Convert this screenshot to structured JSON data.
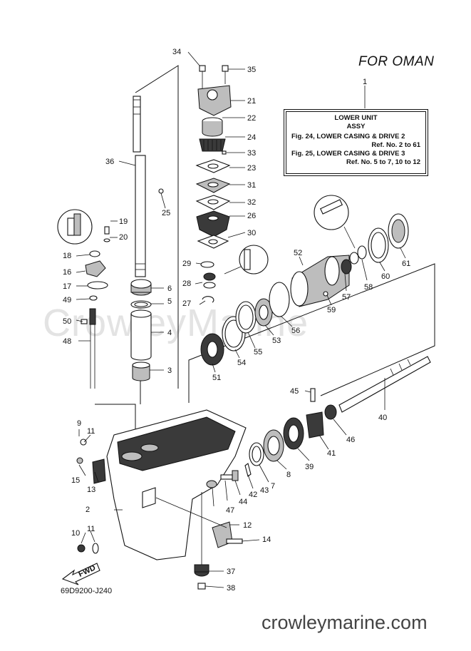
{
  "header": {
    "market_label": "FOR  OMAN"
  },
  "infobox": {
    "ref_number": "1",
    "line1": "LOWER UNIT",
    "line2": "ASSY",
    "ref_a": "Fig. 24, LOWER CASING & DRIVE 2",
    "ref_a_nums": "Ref. No. 2 to 61",
    "ref_b": "Fig. 25, LOWER CASING & DRIVE 3",
    "ref_b_nums": "Ref. No. 5 to 7, 10 to 12"
  },
  "catalog_code": "69D9200-J240",
  "watermark": "CrowleyMarine",
  "footer_url": "crowleymarine.com",
  "fwd_label": "FWD",
  "callouts": {
    "p2": "2",
    "p3": "3",
    "p4": "4",
    "p5": "5",
    "p6": "6",
    "p7": "7",
    "p8": "8",
    "p9": "9",
    "p10": "10",
    "p11a": "11",
    "p11b": "11",
    "p12": "12",
    "p13": "13",
    "p14": "14",
    "p15": "15",
    "p16": "16",
    "p17": "17",
    "p18": "18",
    "p19": "19",
    "p20": "20",
    "p21": "21",
    "p22": "22",
    "p23": "23",
    "p24": "24",
    "p25": "25",
    "p26": "26",
    "p27": "27",
    "p28": "28",
    "p29": "29",
    "p30": "30",
    "p31": "31",
    "p32": "32",
    "p33": "33",
    "p34": "34",
    "p35": "35",
    "p36": "36",
    "p37": "37",
    "p38": "38",
    "p39": "39",
    "p40": "40",
    "p41": "41",
    "p42": "42",
    "p43": "43",
    "p44": "44",
    "p45": "45",
    "p46": "46",
    "p47": "47",
    "p48": "48",
    "p49": "49",
    "p50": "50",
    "p51": "51",
    "p52": "52",
    "p53": "53",
    "p54": "54",
    "p55": "55",
    "p56": "56",
    "p57": "57",
    "p58": "58",
    "p59": "59",
    "p60": "60",
    "p61": "61"
  }
}
